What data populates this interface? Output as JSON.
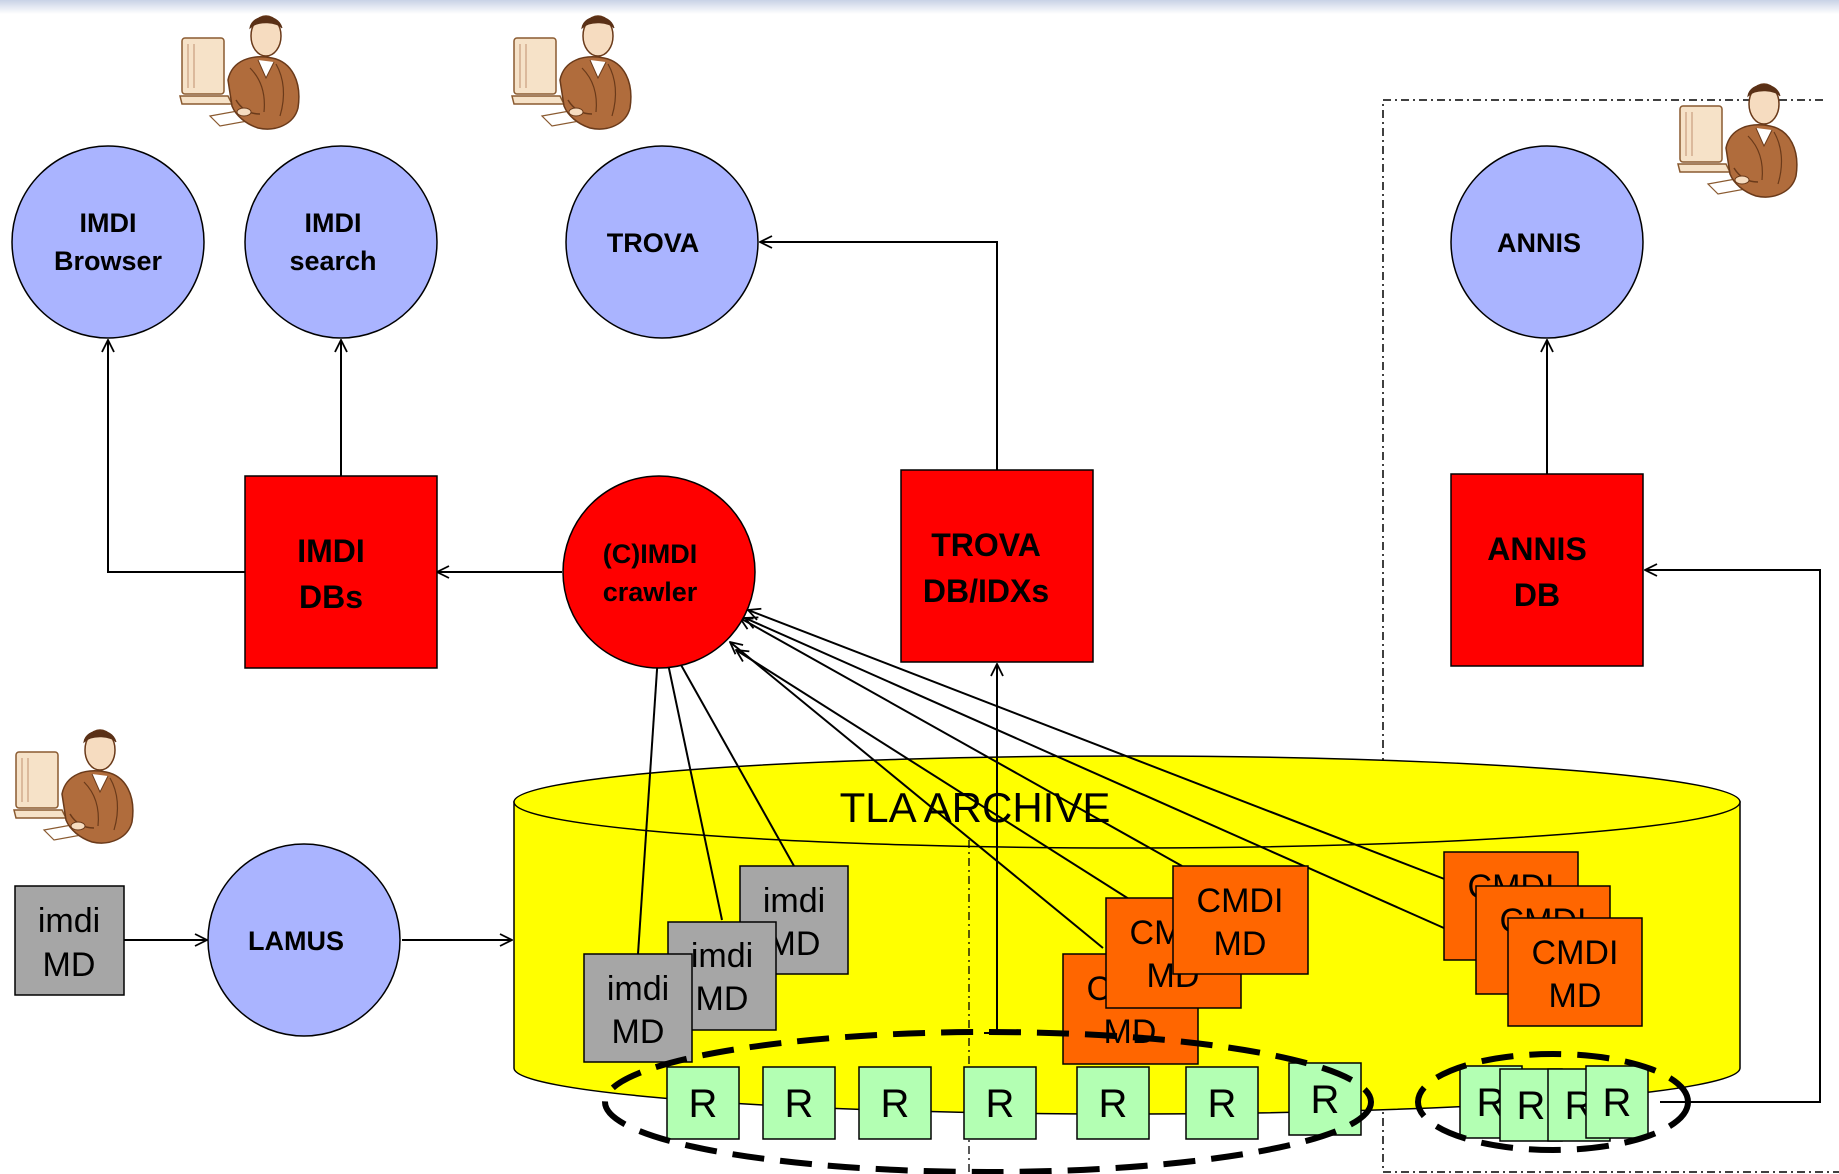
{
  "colors": {
    "service": "#aab4ff",
    "db": "#ff0000",
    "cylinder": "#ffff00",
    "cmdi": "#ff6600",
    "imdi": "#a6a6a6",
    "resource": "#b3ffb3"
  },
  "icons": [
    "user-at-computer-icon"
  ],
  "nodes": {
    "imdi_browser": [
      "IMDI",
      "Browser"
    ],
    "imdi_search": [
      "IMDI",
      "search"
    ],
    "trova": [
      "TROVA"
    ],
    "annis": [
      "ANNIS"
    ],
    "imdi_dbs": [
      "IMDI",
      "DBs"
    ],
    "crawler": [
      "(C)IMDI",
      "crawler"
    ],
    "trova_db": [
      "TROVA",
      "DB/IDXs"
    ],
    "annis_db": [
      "ANNIS",
      "DB"
    ],
    "lamus": [
      "LAMUS"
    ],
    "imdi_md_input": [
      "imdi",
      "MD"
    ]
  },
  "archive": {
    "title": "TLA ARCHIVE",
    "imdi_label": [
      "imdi",
      "MD"
    ],
    "cmdi_label": [
      "CMDI",
      "MD"
    ],
    "resource_label": "R"
  }
}
